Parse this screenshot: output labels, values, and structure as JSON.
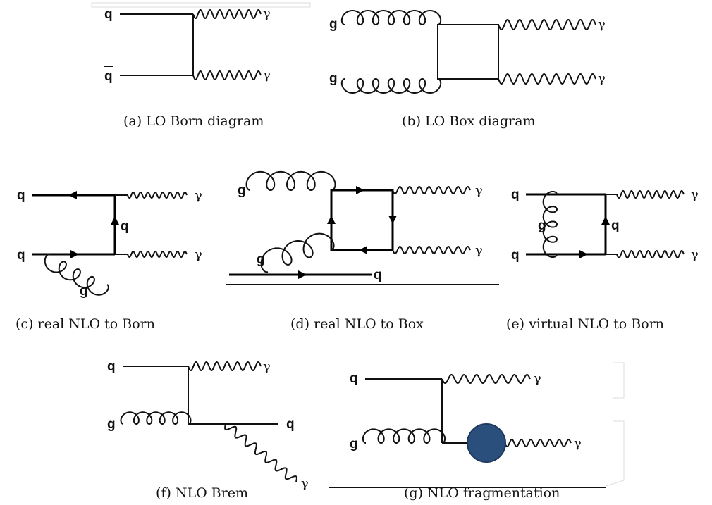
{
  "symbols": {
    "quark": "q",
    "antiquark": "q",
    "gluon": "g",
    "photon": "γ"
  },
  "captions": {
    "a": "(a) LO Born diagram",
    "b": "(b) LO Box diagram",
    "c": "(c) real NLO to Born",
    "d": "(d) real NLO to Box",
    "e": "(e) virtual NLO to Born",
    "f": "(f) NLO Brem",
    "g": "(g) NLO fragmentation"
  },
  "colors": {
    "blob": "#2b4f7d",
    "blob_edge": "#1e3a5f",
    "line": "#111111"
  }
}
